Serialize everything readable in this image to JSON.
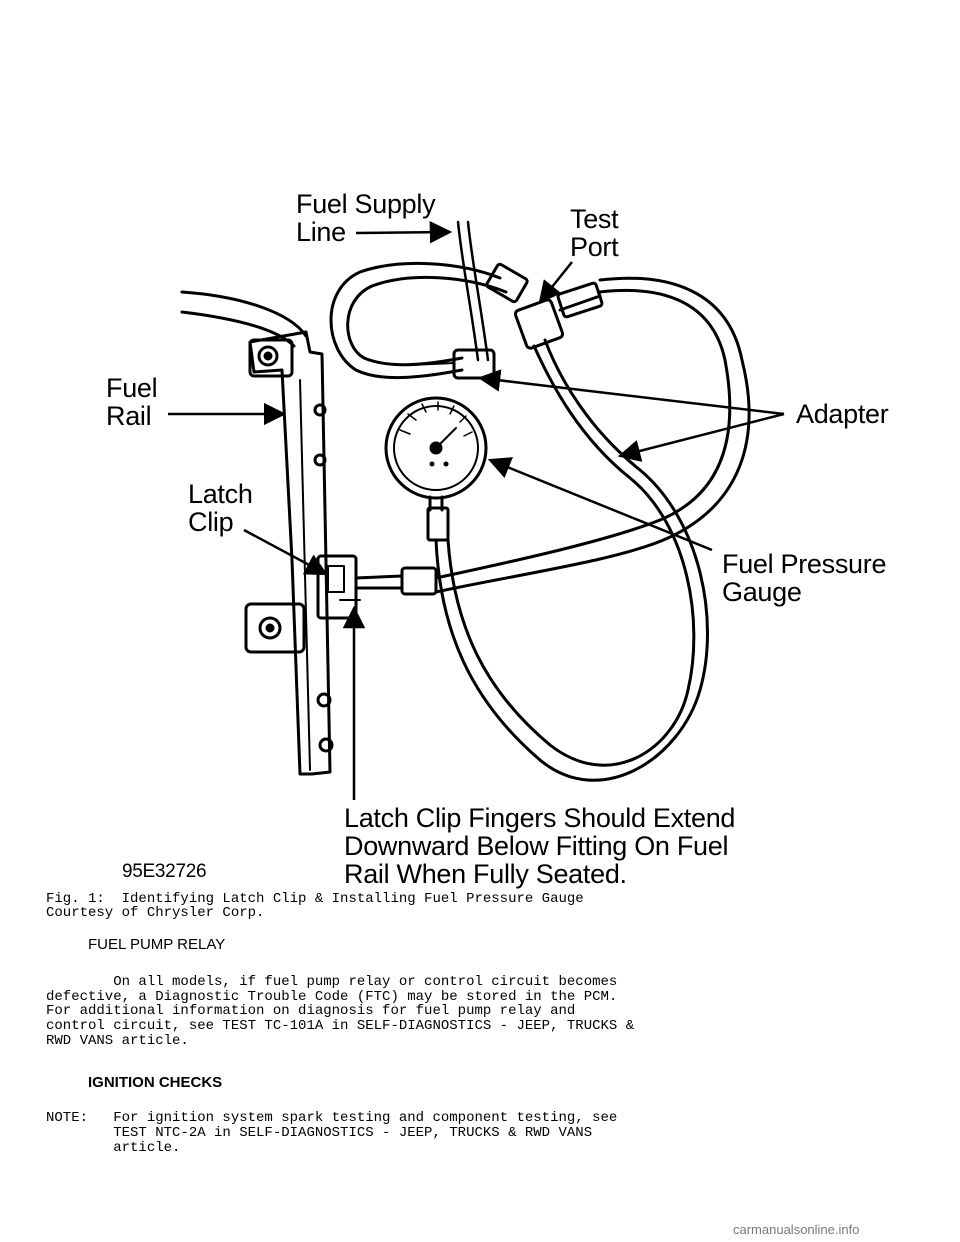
{
  "figure": {
    "labels": {
      "fuel_supply_line": [
        "Fuel Supply",
        "Line"
      ],
      "test_port": [
        "Test",
        "Port"
      ],
      "fuel_rail": [
        "Fuel",
        "Rail"
      ],
      "adapter": "Adapter",
      "latch_clip": [
        "Latch",
        "Clip"
      ],
      "fuel_pressure_gauge": [
        "Fuel Pressure",
        "Gauge"
      ],
      "latch_clip_note": [
        "Latch Clip Fingers Should Extend",
        "Downward Below Fitting On Fuel",
        "Rail When Fully Seated."
      ],
      "figure_code": "95E32726"
    },
    "caption": "Fig. 1:  Identifying Latch Clip & Installing Fuel Pressure Gauge",
    "courtesy": "Courtesy of Chrysler Corp."
  },
  "sections": {
    "fuel_pump_relay": {
      "heading": "FUEL PUMP RELAY",
      "lines": [
        "        On all models, if fuel pump relay or control circuit becomes",
        "defective, a Diagnostic Trouble Code (FTC) may be stored in the PCM.",
        "For additional information on diagnosis for fuel pump relay and",
        "control circuit, see TEST TC-101A in SELF-DIAGNOSTICS - JEEP, TRUCKS &",
        "RWD VANS article."
      ]
    },
    "ignition_checks": {
      "heading": "IGNITION CHECKS",
      "note_lines": [
        "NOTE:   For ignition system spark testing and component testing, see",
        "        TEST NTC-2A in SELF-DIAGNOSTICS - JEEP, TRUCKS & RWD VANS",
        "        article."
      ]
    }
  },
  "watermark": "carmanualsonline.info"
}
